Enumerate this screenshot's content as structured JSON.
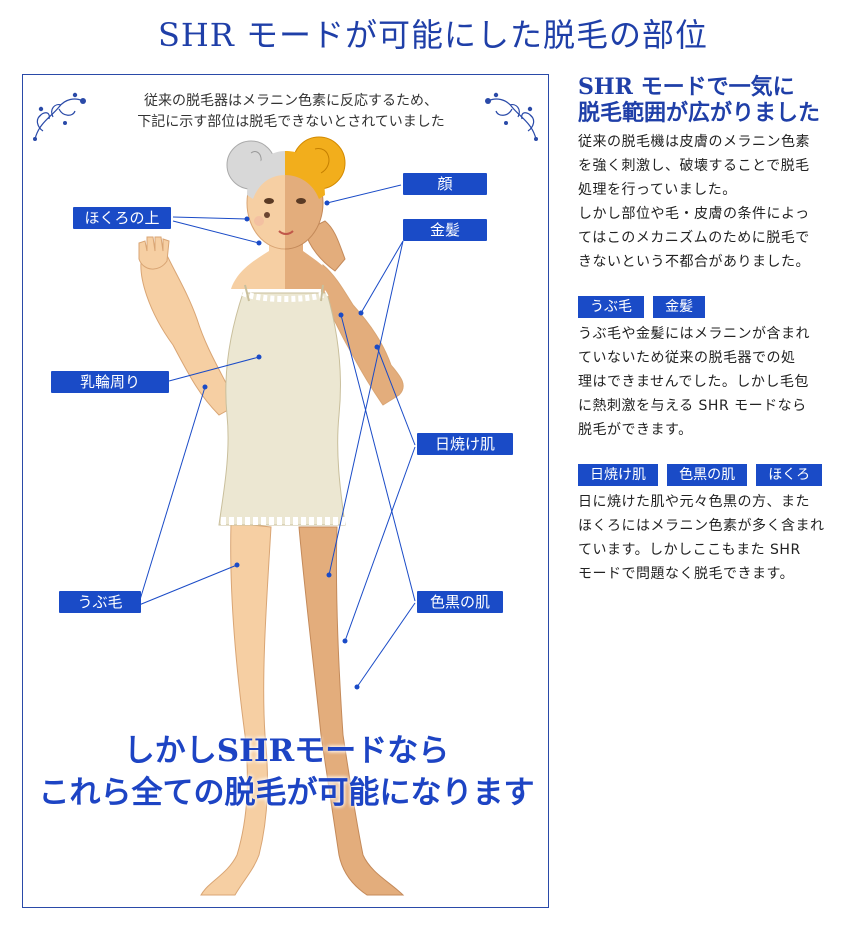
{
  "page_title": "SHR モードが可能にした脱毛の部位",
  "panel": {
    "note_line1": "従来の脱毛器はメラニン色素に反応するため、",
    "note_line2": "下記に示す部位は脱毛できないとされていました",
    "labels": {
      "mole": "ほくろの上",
      "face": "顔",
      "blonde": "金髪",
      "areola": "乳輪周り",
      "tanned": "日焼け肌",
      "vellus": "うぶ毛",
      "dark_skin": "色黒の肌"
    },
    "closing_line1": "しかしSHRモードなら",
    "closing_line2": "これら全ての脱毛が可能になります"
  },
  "right": {
    "heading_line1": "SHR モードで一気に",
    "heading_line2": "脱毛範囲が広がりました",
    "intro_lines": [
      "従来の脱毛機は皮膚のメラニン色素",
      "を強く刺激し、破壊することで脱毛",
      "処理を行っていました。",
      "しかし部位や毛・皮膚の条件によっ",
      "てはこのメカニズムのために脱毛で",
      "きないという不都合がありました。"
    ],
    "tags1": [
      "うぶ毛",
      "金髪"
    ],
    "para1_lines": [
      "うぶ毛や金髪にはメラニンが含まれ",
      "ていないため従来の脱毛器での処",
      "理はできませんでした。しかし毛包",
      "に熱刺激を与える SHR モードなら",
      "脱毛ができます。"
    ],
    "tags2": [
      "日焼け肌",
      "色黒の肌",
      "ほくろ"
    ],
    "para2_lines": [
      "日に焼けた肌や元々色黒の方、また",
      "ほくろにはメラニン色素が多く含まれ",
      "ています。しかしここもまた SHR",
      "モードで問題なく脱毛できます。"
    ]
  },
  "colors": {
    "accent": "#1a4bc7",
    "title": "#1f3fa8",
    "skin_light": "#f6cfa3",
    "skin_dark": "#e3ad7c",
    "dress": "#ece7d2",
    "hair_gray": "#cfcfcf",
    "hair_gold": "#f2ae1c"
  }
}
